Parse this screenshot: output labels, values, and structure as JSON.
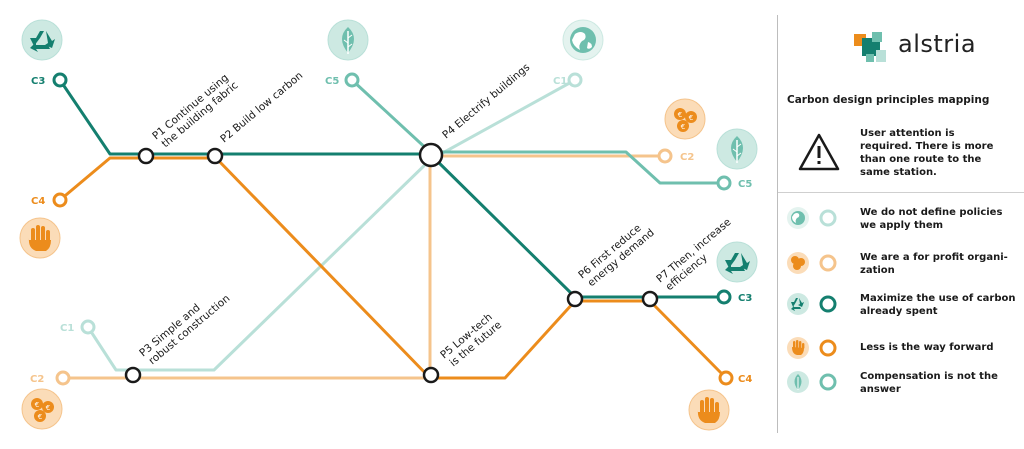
{
  "panel": {
    "brand_name": "alstria",
    "title": "Carbon design principles mapping",
    "warning": "User attention is required. There is more than one route to the same station."
  },
  "colors": {
    "c1": "#b9e0d8",
    "c2": "#f5c48c",
    "c3": "#147f6f",
    "c4": "#ec8c1c",
    "c5": "#6fbfae",
    "badge_green": "#cde9e2",
    "badge_orange": "#fbdcb8",
    "station_stroke": "#1a1a1a"
  },
  "lines": [
    {
      "id": "C1",
      "label": "C1",
      "color_key": "c1",
      "icon": "globe-icon",
      "meaning": "We do not define policies we apply them"
    },
    {
      "id": "C2",
      "label": "C2",
      "color_key": "c2",
      "icon": "euro-coins-icon",
      "meaning": "We are a for profit organi- zation"
    },
    {
      "id": "C3",
      "label": "C3",
      "color_key": "c3",
      "icon": "recycle-icon",
      "meaning": "Maximize the use of carbon already spent"
    },
    {
      "id": "C4",
      "label": "C4",
      "color_key": "c4",
      "icon": "hand-icon",
      "meaning": "Less is the way forward"
    },
    {
      "id": "C5",
      "label": "C5",
      "color_key": "c5",
      "icon": "leaf-icon",
      "meaning": "Compensation is not the answer"
    }
  ],
  "stations": {
    "p1": [
      "P1 Continue using",
      "the building fabric"
    ],
    "p2": [
      "P2 Build low carbon"
    ],
    "p3": [
      "P3 Simple and",
      "robust construction"
    ],
    "p4": [
      "P4 Electrify buildings"
    ],
    "p5": [
      "P5 Low-tech",
      "is the future"
    ],
    "p6": [
      "P6 First reduce",
      "energy demand"
    ],
    "p7": [
      "P7 Then, increase",
      "efficiency"
    ]
  },
  "terminals": {
    "c3_top_left": "C3",
    "c4_left": "C4",
    "c5_top": "C5",
    "c1_top": "C1",
    "c2_right": "C2",
    "c5_right": "C5",
    "c1_left": "C1",
    "c2_left": "C2",
    "c3_right": "C3",
    "c4_right": "C4"
  }
}
